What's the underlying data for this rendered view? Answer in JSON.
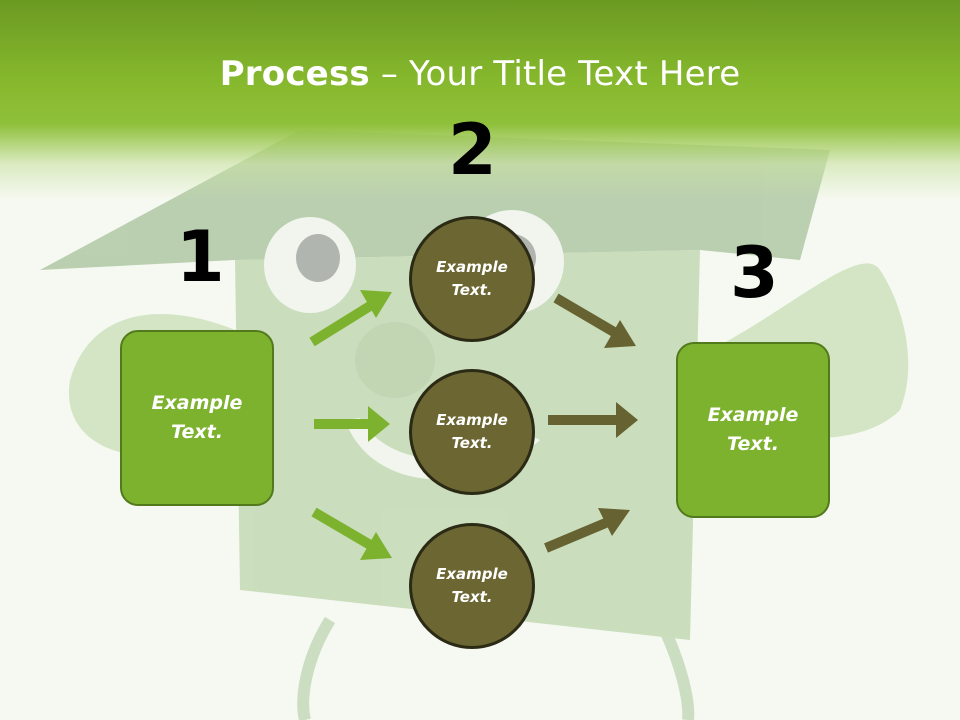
{
  "slide": {
    "title_bold": "Process",
    "title_rest": " – Your Title Text Here"
  },
  "steps": {
    "one": {
      "number": "1",
      "box_label": "Example Text."
    },
    "two": {
      "number": "2",
      "circles": [
        "Example Text.",
        "Example Text.",
        "Example Text."
      ]
    },
    "three": {
      "number": "3",
      "box_label": "Example Text."
    }
  },
  "colors": {
    "header_green": "#86b82d",
    "box_fill": "#7db22f",
    "circle_fill": "#6b6632",
    "arrow_in": "#7db22f",
    "arrow_out": "#666232"
  }
}
